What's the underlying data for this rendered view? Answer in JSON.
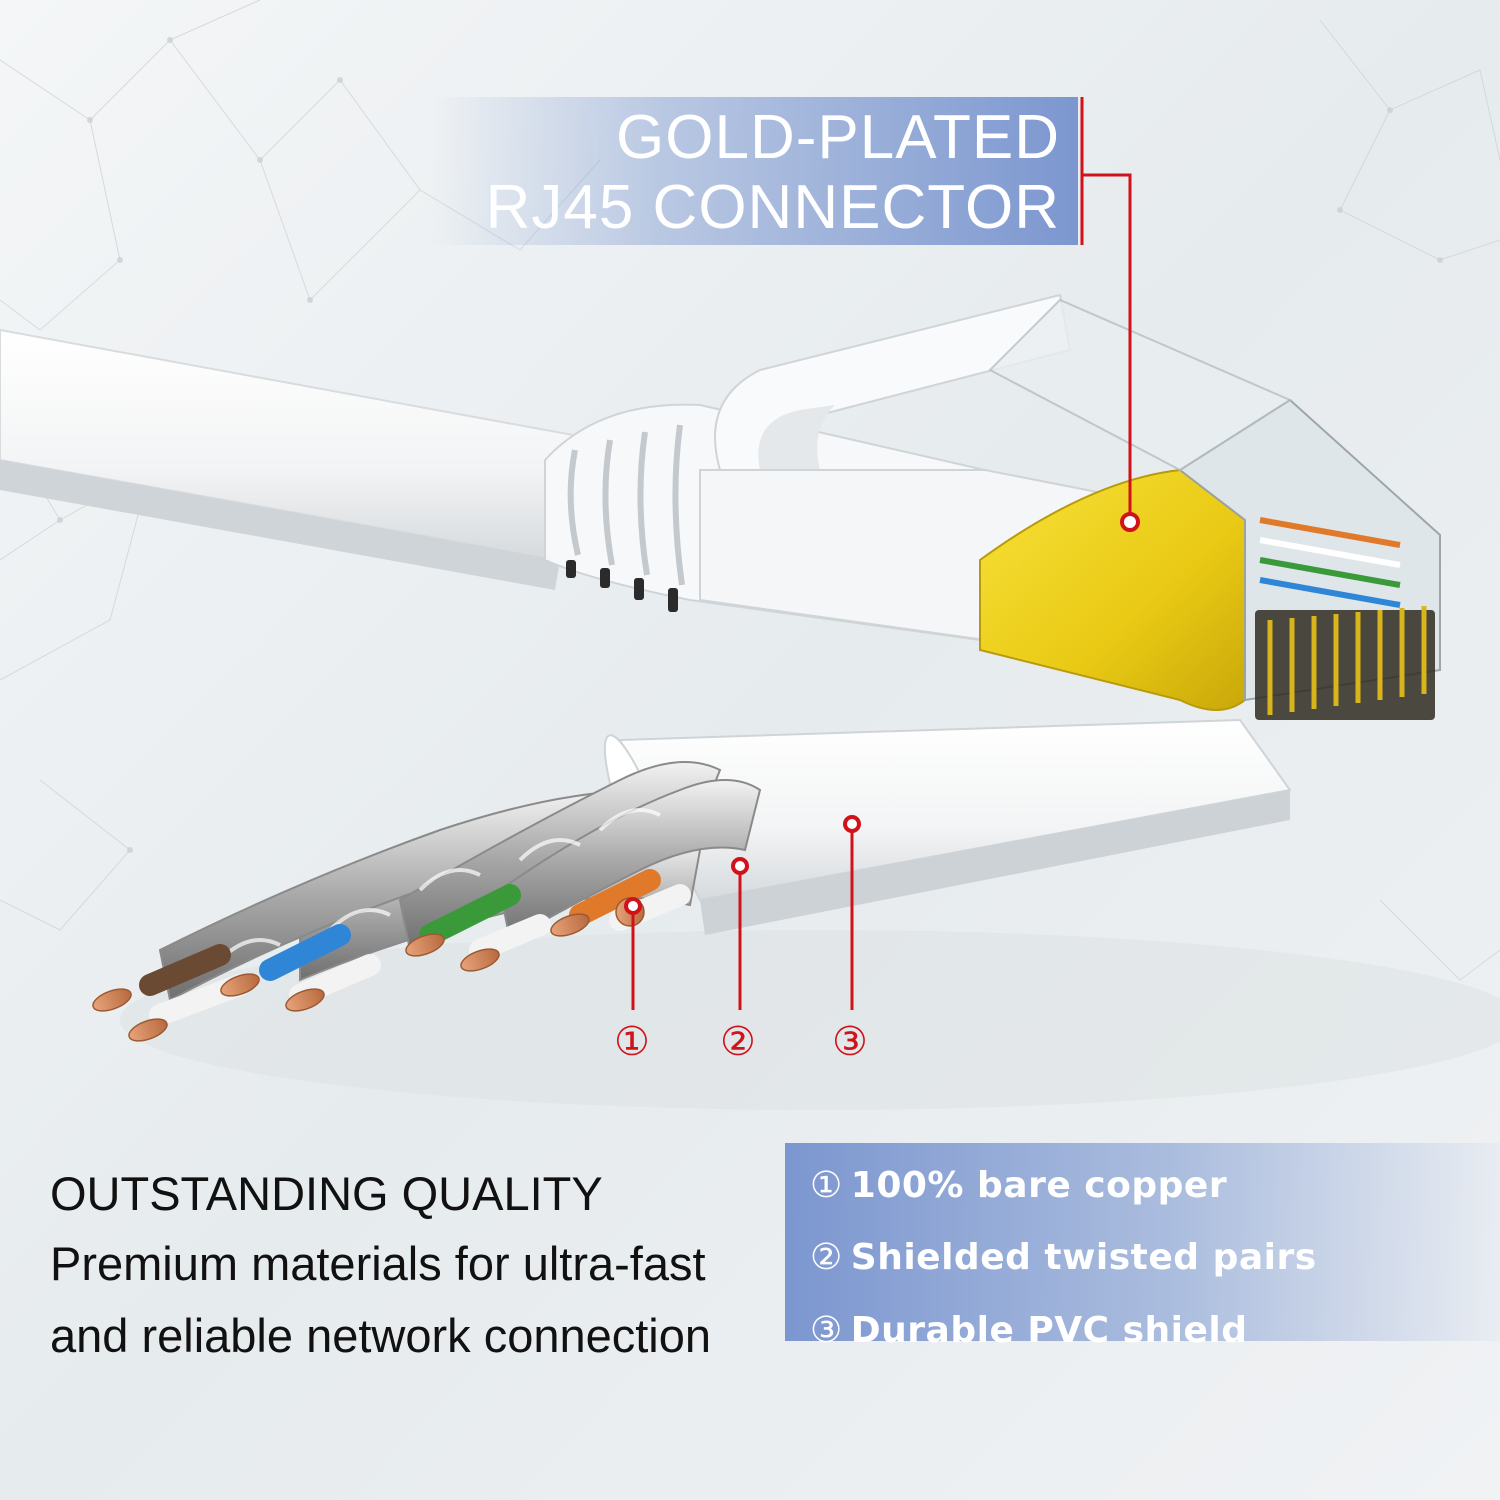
{
  "banner": {
    "line1": "GOLD-PLATED",
    "line2": "RJ45 CONNECTOR"
  },
  "markers": {
    "m1": "①",
    "m2": "②",
    "m3": "③"
  },
  "quality": {
    "title": "OUTSTANDING QUALITY",
    "line1": "Premium materials for ultra-fast",
    "line2": "and reliable network connection"
  },
  "features": [
    {
      "marker": "①",
      "text": "100% bare copper"
    },
    {
      "marker": "②",
      "text": "Shielded twisted pairs"
    },
    {
      "marker": "③",
      "text": "Durable PVC shield"
    }
  ],
  "colors": {
    "accent_red": "#d0121b",
    "panel_blue": "#7692ce",
    "connector_gold": "#f2d31a",
    "cable_white": "#ffffff",
    "background": "#eef1f3"
  }
}
